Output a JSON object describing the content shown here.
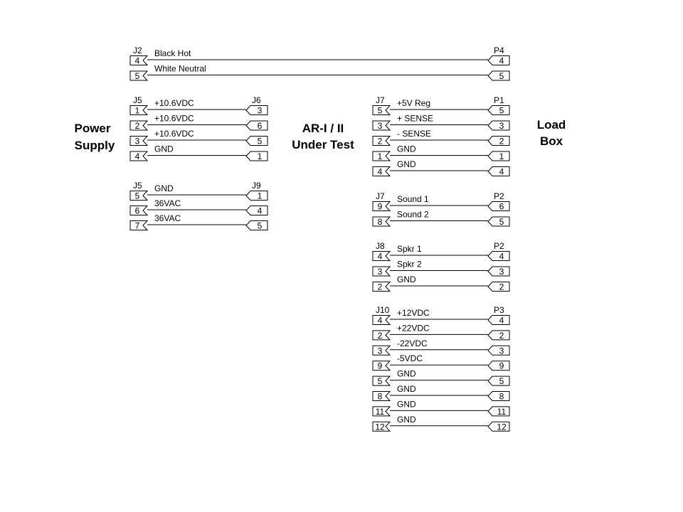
{
  "blocks": {
    "power_supply": [
      "Power",
      "Supply"
    ],
    "unit_under_test": [
      "AR-I / II",
      "Under Test"
    ],
    "load_box": [
      "Load",
      "Box"
    ]
  },
  "groups": [
    {
      "id": "ac-line",
      "left_conn": "J2",
      "right_conn": "P4",
      "left_style": "plug",
      "right_style": "socket",
      "wires": [
        {
          "signal": "Black Hot",
          "left_pin": "4",
          "right_pin": "4"
        },
        {
          "signal": "White Neutral",
          "left_pin": "5",
          "right_pin": "5"
        }
      ]
    },
    {
      "id": "dc-supply",
      "left_conn": "J5",
      "right_conn": "J6",
      "left_style": "plug",
      "right_style": "socket",
      "wires": [
        {
          "signal": "+10.6VDC",
          "left_pin": "1",
          "right_pin": "3"
        },
        {
          "signal": "+10.6VDC",
          "left_pin": "2",
          "right_pin": "6"
        },
        {
          "signal": "+10.6VDC",
          "left_pin": "3",
          "right_pin": "5"
        },
        {
          "signal": "GND",
          "left_pin": "4",
          "right_pin": "1"
        }
      ]
    },
    {
      "id": "ac-supply",
      "left_conn": "J5",
      "right_conn": "J9",
      "left_style": "plug",
      "right_style": "socket",
      "wires": [
        {
          "signal": "GND",
          "left_pin": "5",
          "right_pin": "1"
        },
        {
          "signal": "36VAC",
          "left_pin": "6",
          "right_pin": "4"
        },
        {
          "signal": "36VAC",
          "left_pin": "7",
          "right_pin": "5"
        }
      ]
    },
    {
      "id": "reg-5v",
      "left_conn": "J7",
      "right_conn": "P1",
      "left_style": "plug",
      "right_style": "socket",
      "wires": [
        {
          "signal": "+5V Reg",
          "left_pin": "5",
          "right_pin": "5"
        },
        {
          "signal": "+ SENSE",
          "left_pin": "3",
          "right_pin": "3"
        },
        {
          "signal": "- SENSE",
          "left_pin": "2",
          "right_pin": "2"
        },
        {
          "signal": "GND",
          "left_pin": "1",
          "right_pin": "1"
        },
        {
          "signal": "GND",
          "left_pin": "4",
          "right_pin": "4"
        }
      ]
    },
    {
      "id": "sound",
      "left_conn": "J7",
      "right_conn": "P2",
      "left_style": "plug",
      "right_style": "socket",
      "wires": [
        {
          "signal": "Sound 1",
          "left_pin": "9",
          "right_pin": "6"
        },
        {
          "signal": "Sound 2",
          "left_pin": "8",
          "right_pin": "5"
        }
      ]
    },
    {
      "id": "speaker",
      "left_conn": "J8",
      "right_conn": "P2",
      "left_style": "plug",
      "right_style": "socket",
      "wires": [
        {
          "signal": "Spkr 1",
          "left_pin": "4",
          "right_pin": "4"
        },
        {
          "signal": "Spkr 2",
          "left_pin": "3",
          "right_pin": "3"
        },
        {
          "signal": "GND",
          "left_pin": "2",
          "right_pin": "2"
        }
      ]
    },
    {
      "id": "supplies",
      "left_conn": "J10",
      "right_conn": "P3",
      "left_style": "plug",
      "right_style": "socket",
      "wires": [
        {
          "signal": "+12VDC",
          "left_pin": "4",
          "right_pin": "4"
        },
        {
          "signal": "+22VDC",
          "left_pin": "2",
          "right_pin": "2"
        },
        {
          "signal": "-22VDC",
          "left_pin": "3",
          "right_pin": "3"
        },
        {
          "signal": "-5VDC",
          "left_pin": "9",
          "right_pin": "9"
        },
        {
          "signal": "GND",
          "left_pin": "5",
          "right_pin": "5"
        },
        {
          "signal": "GND",
          "left_pin": "8",
          "right_pin": "8"
        },
        {
          "signal": "GND",
          "left_pin": "11",
          "right_pin": "11"
        },
        {
          "signal": "GND",
          "left_pin": "12",
          "right_pin": "12"
        }
      ]
    }
  ]
}
